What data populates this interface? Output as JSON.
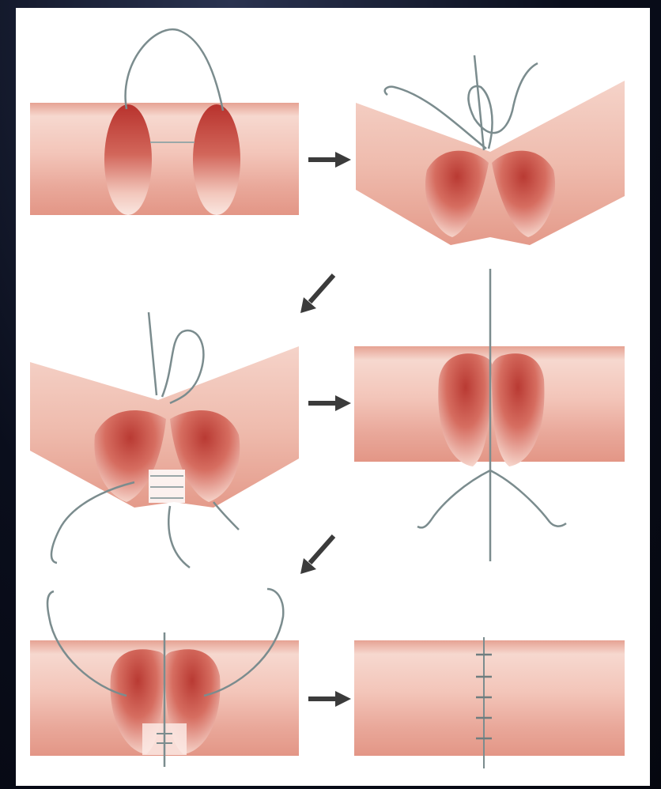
{
  "figure": {
    "description_colors": {
      "tissue_light": "#f6d7cd",
      "tissue_mid": "#e9a99a",
      "tissue_dark": "#c4534a",
      "lumen_dark": "#b6342f",
      "suture": "#7b8c8e",
      "arrow": "#3b3b3b",
      "background": "#ffffff",
      "frame": "#0a0e1c"
    },
    "steps": [
      {
        "id": "step-1",
        "icon": "suture-loop-through-edges"
      },
      {
        "id": "step-2",
        "icon": "edges-drawn-together-knot"
      },
      {
        "id": "step-3",
        "icon": "second-suture-placed"
      },
      {
        "id": "step-4",
        "icon": "edges-approximated"
      },
      {
        "id": "step-5",
        "icon": "outer-suture-loop"
      },
      {
        "id": "step-6",
        "icon": "closed-wound-stitches"
      }
    ],
    "arrows": [
      {
        "from": "step-1",
        "to": "step-2",
        "icon": "arrow-right-icon"
      },
      {
        "from": "step-2",
        "to": "step-3",
        "icon": "arrow-down-left-icon"
      },
      {
        "from": "step-3",
        "to": "step-4",
        "icon": "arrow-right-icon"
      },
      {
        "from": "step-4",
        "to": "step-5",
        "icon": "arrow-down-left-icon"
      },
      {
        "from": "step-5",
        "to": "step-6",
        "icon": "arrow-right-icon"
      }
    ]
  }
}
